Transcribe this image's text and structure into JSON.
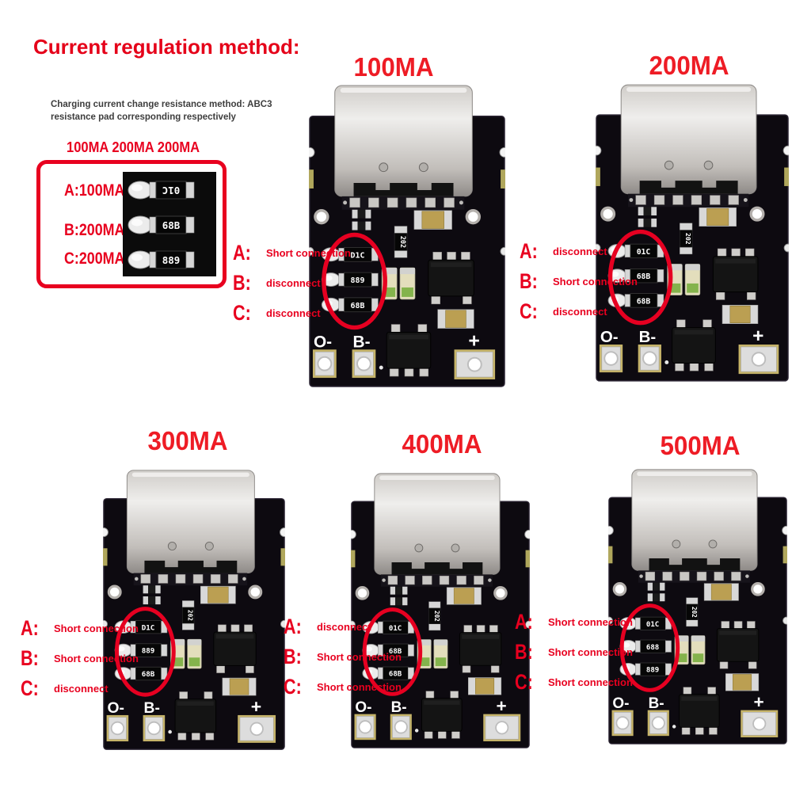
{
  "title": "Current regulation method:",
  "note": {
    "line1": "Charging current change resistance method: ABC3",
    "line2": "resistance pad corresponding respectively"
  },
  "legend": {
    "header": "100MA  200MA  200MA",
    "rows": [
      {
        "label": "A:100MA",
        "resistor": "01C",
        "rotated": true
      },
      {
        "label": "B:200MA",
        "resistor": "68B",
        "rotated": false
      },
      {
        "label": "C:200MA",
        "resistor": "889",
        "rotated": false
      }
    ]
  },
  "colors": {
    "accent_red": "#e50019",
    "annotation_red": "#e8001f",
    "board_label_red": "#ee1c25",
    "oval_red": "#e60021",
    "pcb_black": "#0d0a10",
    "connector_silver": "#d9d6d2",
    "pad_gold": "#c6b469",
    "capacitor_tan": "#bb9f52",
    "led_green": "#84b34c",
    "text_dark": "#3d3d3d"
  },
  "boards": [
    {
      "title": "100MA",
      "pads": [
        "O-",
        "B-",
        "+"
      ],
      "chip_mark": "202",
      "resistors": [
        "D1C",
        "889",
        "68B"
      ],
      "settings": [
        {
          "pin": "A:",
          "state": "Short connection"
        },
        {
          "pin": "B:",
          "state": "disconnect"
        },
        {
          "pin": "C:",
          "state": "disconnect"
        }
      ]
    },
    {
      "title": "200MA",
      "pads": [
        "O-",
        "B-",
        "+"
      ],
      "chip_mark": "202",
      "resistors": [
        "01C",
        "68B",
        "68B"
      ],
      "settings": [
        {
          "pin": "A:",
          "state": "disconnect"
        },
        {
          "pin": "B:",
          "state": "Short connection"
        },
        {
          "pin": "C:",
          "state": "disconnect"
        }
      ]
    },
    {
      "title": "300MA",
      "pads": [
        "O-",
        "B-",
        "+"
      ],
      "chip_mark": "202",
      "resistors": [
        "D1C",
        "889",
        "68B"
      ],
      "settings": [
        {
          "pin": "A:",
          "state": "Short connection"
        },
        {
          "pin": "B:",
          "state": "Short connection"
        },
        {
          "pin": "C:",
          "state": "disconnect"
        }
      ]
    },
    {
      "title": "400MA",
      "pads": [
        "O-",
        "B-",
        "+"
      ],
      "chip_mark": "202",
      "resistors": [
        "01C",
        "68B",
        "68B"
      ],
      "settings": [
        {
          "pin": "A:",
          "state": "disconnect"
        },
        {
          "pin": "B:",
          "state": "Short connection"
        },
        {
          "pin": "C:",
          "state": "Short connection"
        }
      ]
    },
    {
      "title": "500MA",
      "pads": [
        "O-",
        "B-",
        "+"
      ],
      "chip_mark": "202",
      "resistors": [
        "01C",
        "688",
        "889"
      ],
      "settings": [
        {
          "pin": "A:",
          "state": "Short connection"
        },
        {
          "pin": "B:",
          "state": "Short connection"
        },
        {
          "pin": "C:",
          "state": "Short connection"
        }
      ]
    }
  ]
}
